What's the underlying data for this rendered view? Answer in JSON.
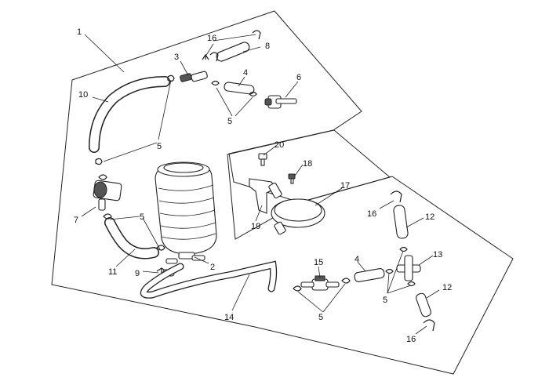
{
  "callouts": [
    {
      "id": "1",
      "text": "1"
    },
    {
      "id": "16a",
      "text": "16"
    },
    {
      "id": "8",
      "text": "8"
    },
    {
      "id": "3",
      "text": "3"
    },
    {
      "id": "4a",
      "text": "4"
    },
    {
      "id": "6",
      "text": "6"
    },
    {
      "id": "10",
      "text": "10"
    },
    {
      "id": "5a",
      "text": "5"
    },
    {
      "id": "5b",
      "text": "5"
    },
    {
      "id": "20",
      "text": "20"
    },
    {
      "id": "18",
      "text": "18"
    },
    {
      "id": "17",
      "text": "17"
    },
    {
      "id": "19",
      "text": "19"
    },
    {
      "id": "7",
      "text": "7"
    },
    {
      "id": "5c",
      "text": "5"
    },
    {
      "id": "2",
      "text": "2"
    },
    {
      "id": "11",
      "text": "11"
    },
    {
      "id": "9",
      "text": "9"
    },
    {
      "id": "14",
      "text": "14"
    },
    {
      "id": "16b",
      "text": "16"
    },
    {
      "id": "12a",
      "text": "12"
    },
    {
      "id": "15",
      "text": "15"
    },
    {
      "id": "4b",
      "text": "4"
    },
    {
      "id": "13",
      "text": "13"
    },
    {
      "id": "5d",
      "text": "5"
    },
    {
      "id": "12b",
      "text": "12"
    },
    {
      "id": "5e",
      "text": "5"
    },
    {
      "id": "16c",
      "text": "16"
    }
  ],
  "colors": {
    "line": "#222222",
    "background": "#ffffff",
    "dark_part": "#555555"
  }
}
